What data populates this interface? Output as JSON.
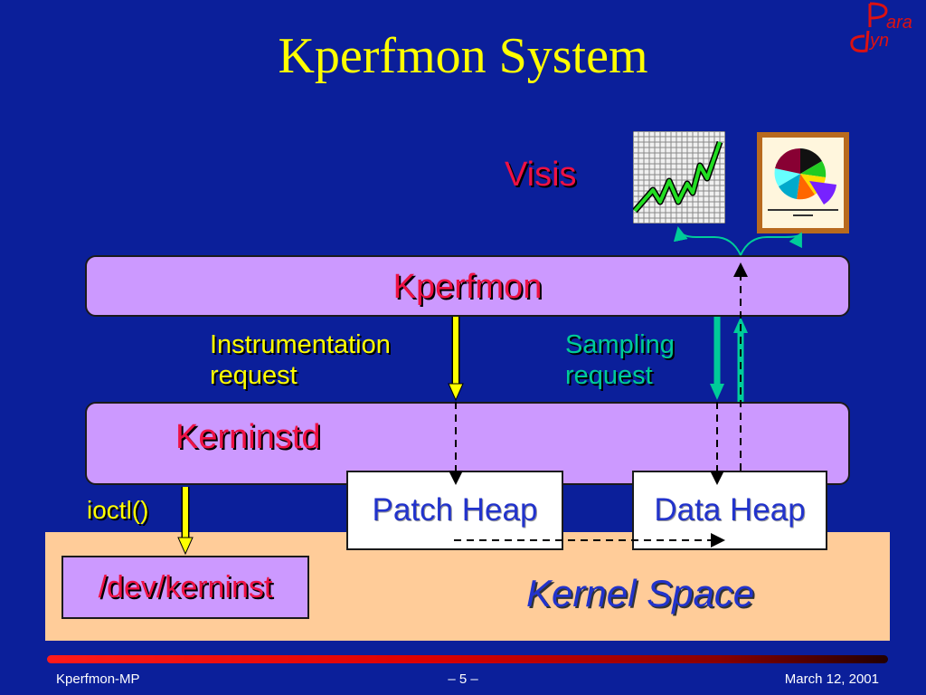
{
  "slide": {
    "title": "Kperfmon System",
    "logo": {
      "line1": "ara",
      "line2": "yn",
      "accent_color": "#dd1111"
    },
    "visis_label": "Visis",
    "kperfmon_label": "Kperfmon",
    "kerninstd_label": "Kerninstd",
    "instrumentation_label_1": "Instrumentation",
    "instrumentation_label_2": "request",
    "sampling_label_1": "Sampling",
    "sampling_label_2": "request",
    "ioctl_label": "ioctl()",
    "patch_heap_label": "Patch Heap",
    "data_heap_label": "Data Heap",
    "dev_kerninst_label": "/dev/kerninst",
    "kernel_space_label": "Kernel Space",
    "icons": [
      "line-chart-icon",
      "pie-chart-icon"
    ]
  },
  "footer": {
    "left": "Kperfmon-MP",
    "center": "– 5 –",
    "right": "March 12, 2001"
  },
  "colors": {
    "background": "#0b1f9a",
    "title": "#ffff00",
    "component_fill": "#cc99ff",
    "kernel_space_fill": "#ffcc99",
    "instrumentation_arrow": "#ffff00",
    "sampling_arrow": "#00cc99",
    "sampling_text": "#00cc99"
  }
}
